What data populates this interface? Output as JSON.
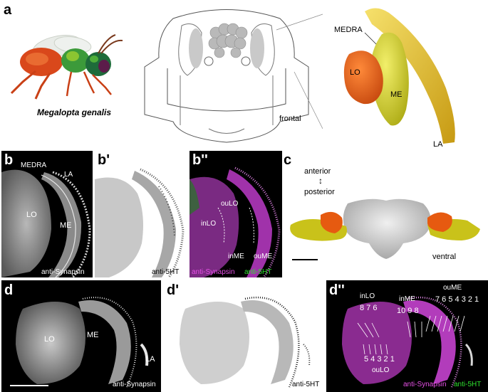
{
  "panels": {
    "a": {
      "letter": "a",
      "species": "Megalopta genalis",
      "view": "frontal",
      "labels": {
        "medra": "MEDRA",
        "lo": "LO",
        "me": "ME",
        "la": "LA"
      }
    },
    "b": {
      "letter": "b",
      "labels": {
        "medra": "MEDRA",
        "la": "LA",
        "lo": "LO",
        "me": "ME"
      },
      "stain": "anti-Synapsin"
    },
    "b1": {
      "letter": "b'",
      "stain": "anti-5HT"
    },
    "b2": {
      "letter": "b''",
      "labels": {
        "oulo": "ouLO",
        "inlo": "inLO",
        "inme": "inME",
        "oume": "ouME"
      },
      "stain_magenta": "anti-Synapsin",
      "stain_green": "anti-5HT"
    },
    "c": {
      "letter": "c",
      "axis_top": "anterior",
      "axis_bottom": "posterior",
      "view": "ventral"
    },
    "d": {
      "letter": "d",
      "labels": {
        "lo": "LO",
        "me": "ME",
        "la": "LA"
      },
      "stain": "anti-Synapsin"
    },
    "d1": {
      "letter": "d'",
      "stain": "anti-5HT"
    },
    "d2": {
      "letter": "d''",
      "labels": {
        "inlo": "inLO",
        "inlo_layers": "8 7 6",
        "inme": "inME",
        "inme_layers": "10 9 8",
        "oume": "ouME",
        "oume_layers": "7 6 5 4 3 2 1",
        "oulo_layers": "5 4 3 2 1",
        "oulo": "ouLO"
      },
      "stain_magenta": "anti-Synapsin",
      "stain_green": "anti-5HT"
    }
  },
  "colors": {
    "magenta": "#d83cd8",
    "green": "#29e029",
    "lo_orange": "#e8590f",
    "me_yellow": "#d9d619",
    "la_yellow": "#e6c423"
  }
}
